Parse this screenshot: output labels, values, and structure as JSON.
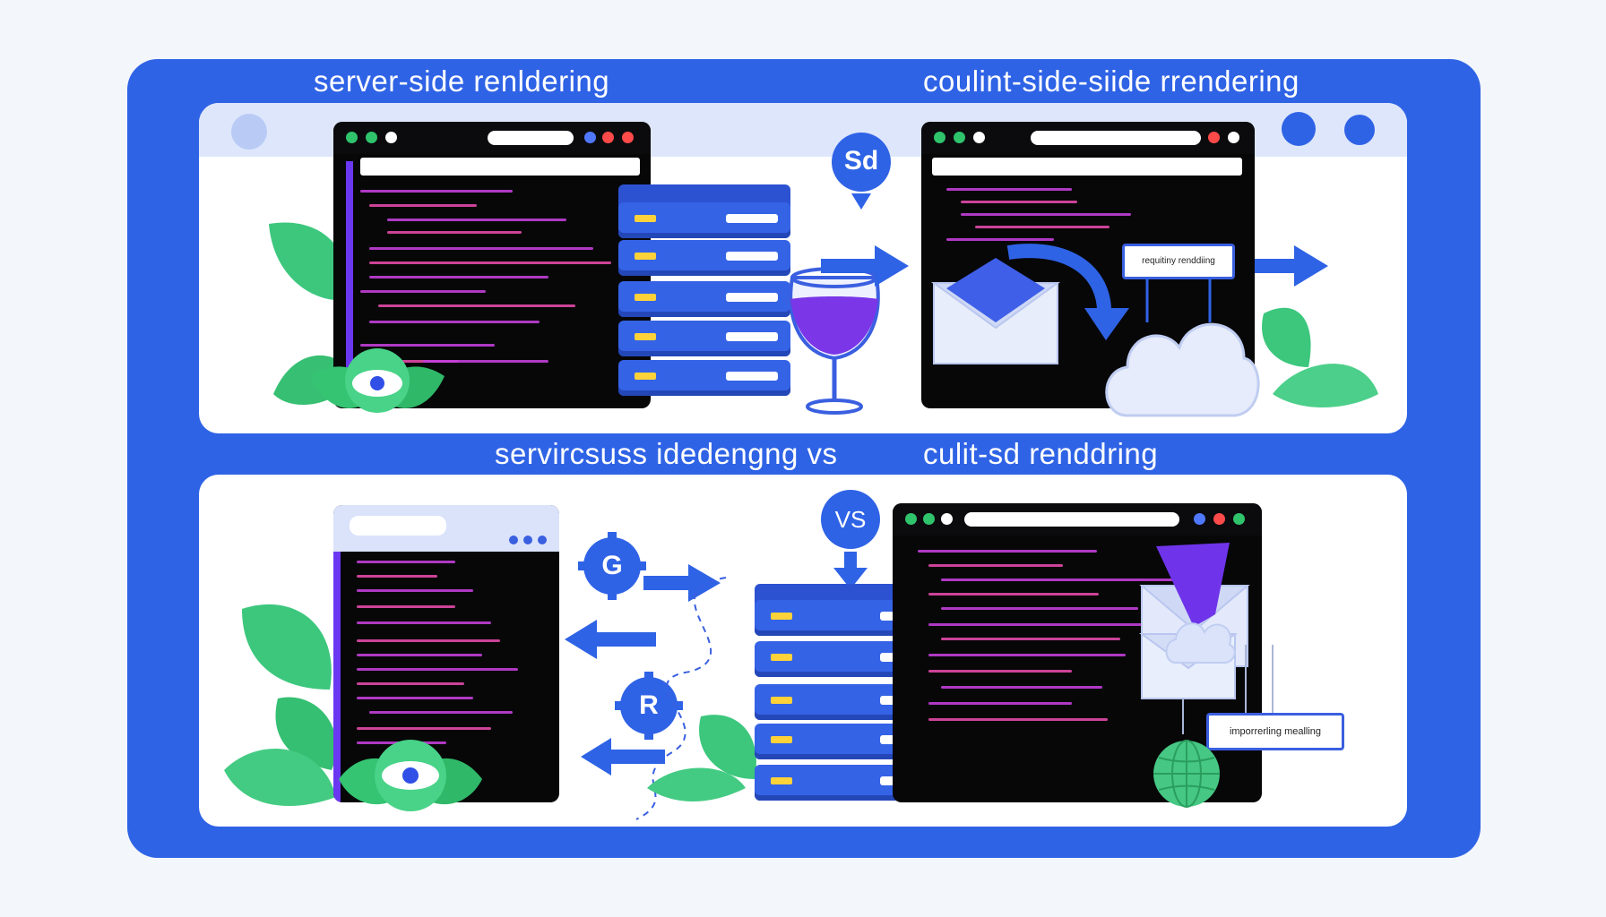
{
  "headings": {
    "top_left": "server-side renldering",
    "top_right": "coulint-side-siide rrendering",
    "middle_left": "servircsuss idedengng vs",
    "middle_right": "culit-sd renddring"
  },
  "badges": {
    "top_center": "Sd",
    "bottom_center": "VS",
    "bottom_gear_top": "G",
    "bottom_gear_bottom": "R"
  },
  "labels": {
    "top_right_box": "requitiny renddiing",
    "bottom_right_box": "imporrerling mealling"
  },
  "icons": [
    "browser-window-icon",
    "server-rack-icon",
    "wine-glass-icon",
    "envelope-icon",
    "cloud-icon",
    "arrow-right-icon",
    "arrow-left-icon",
    "leaf-icon",
    "eye-icon",
    "globe-icon",
    "gear-icon"
  ],
  "colors": {
    "frame": "#2f63e6",
    "panel": "#ffffff",
    "code": "#c23fd8",
    "leaf": "#35c979",
    "server": "#3563e6"
  }
}
